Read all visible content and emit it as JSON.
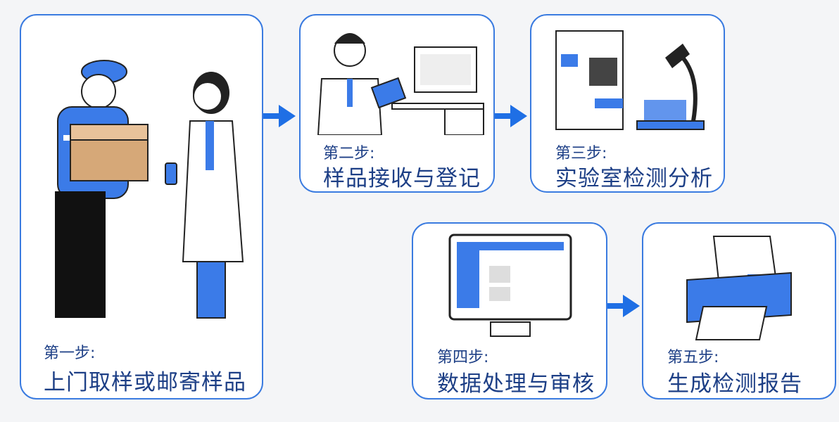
{
  "steps": [
    {
      "step": "第一步:",
      "title": "上门取样或邮寄样品"
    },
    {
      "step": "第二步:",
      "title": "样品接收与登记"
    },
    {
      "step": "第三步:",
      "title": "实验室检测分析"
    },
    {
      "step": "第四步:",
      "title": "数据处理与审核"
    },
    {
      "step": "第五步:",
      "title": "生成检测报告"
    }
  ],
  "colors": {
    "accent": "#1f6fe5",
    "border": "#3a7be0",
    "text": "#1d3f86"
  }
}
